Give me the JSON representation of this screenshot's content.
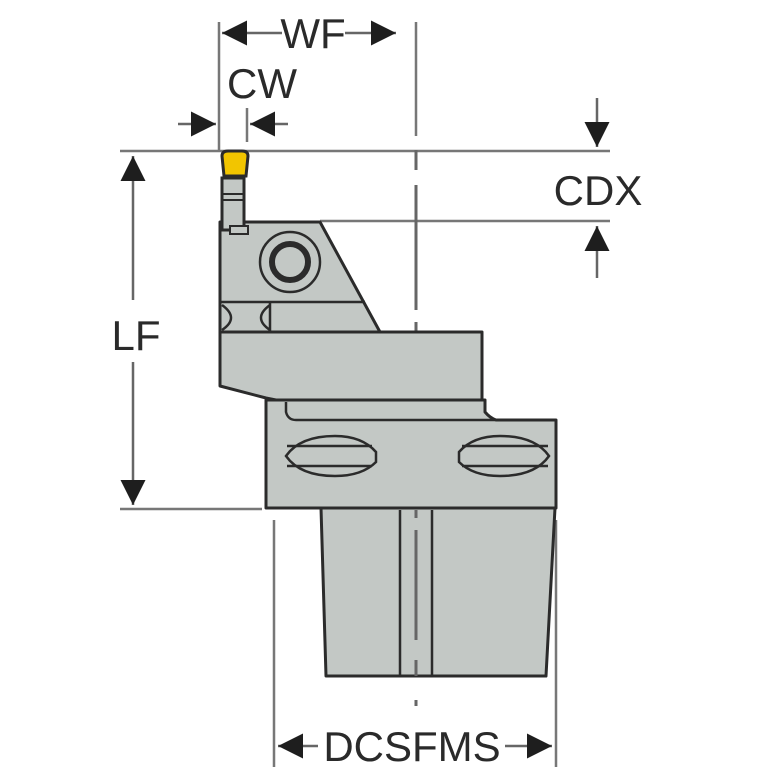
{
  "diagram": {
    "subject": "Grooving tool holder with insert",
    "dimensions": {
      "wf": "WF",
      "cw": "CW",
      "cdx": "CDX",
      "lf": "LF",
      "dcsfms": "DCSFMS"
    },
    "colors": {
      "body": "#c3c8c5",
      "outline": "#2b2b2b",
      "insert": "#f2c500",
      "dim_line": "#6e6e6e",
      "arrow": "#1e1e1e"
    }
  }
}
